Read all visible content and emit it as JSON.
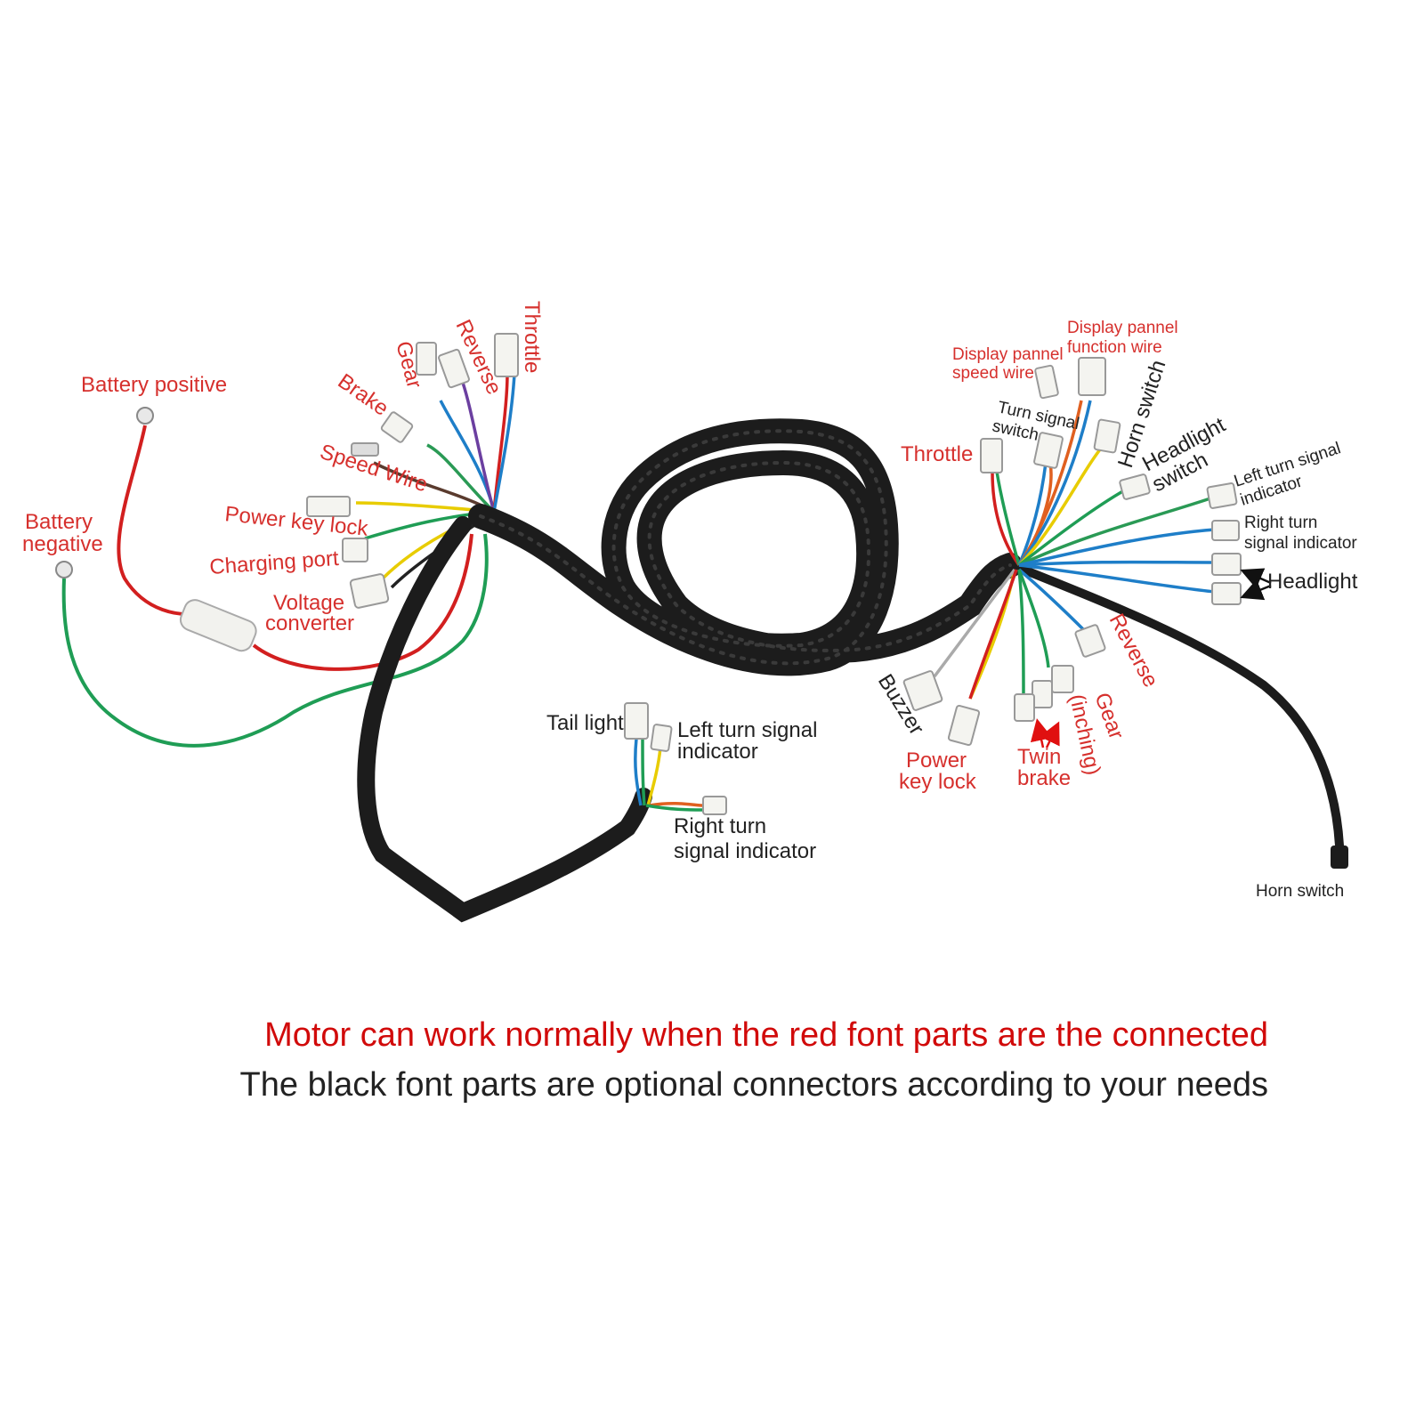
{
  "labels": {
    "battery_positive": "Battery positive",
    "battery_negative_1": "Battery",
    "battery_negative_2": "negative",
    "brake": "Brake",
    "gear": "Gear",
    "reverse": "Reverse",
    "throttle": "Throttle",
    "speed_wire": "Speed Wire",
    "power_key_lock": "Power key lock",
    "charging_port": "Charging port",
    "voltage_converter_1": "Voltage",
    "voltage_converter_2": "converter",
    "tail_light": "Tail light",
    "rear_left_turn_1": "Left turn signal",
    "rear_left_turn_2": "indicator",
    "rear_right_turn_1": "Right turn",
    "rear_right_turn_2": "signal indicator",
    "display_speed_1": "Display pannel",
    "display_speed_2": "speed wire",
    "display_function_1": "Display pannel",
    "display_function_2": "function wire",
    "turn_signal_switch_1": "Turn signal",
    "turn_signal_switch_2": "switch",
    "horn_switch_top": "Horn switch",
    "throttle_right": "Throttle",
    "headlight_switch_1": "Headlight",
    "headlight_switch_2": "switch",
    "left_turn_ind_1": "Left turn signal",
    "left_turn_ind_2": "indicator",
    "right_turn_ind_1": "Right turn",
    "right_turn_ind_2": "signal indicator",
    "headlight": "Headlight",
    "reverse_right": "Reverse",
    "gear_inching_1": "Gear",
    "gear_inching_2": "(inching)",
    "buzzer": "Buzzer",
    "power_key_lock_right_1": "Power",
    "power_key_lock_right_2": "key lock",
    "twin_brake_1": "Twin",
    "twin_brake_2": "brake",
    "horn_switch_bottom": "Horn switch"
  },
  "footer": {
    "red_note": "Motor can work normally when the red font parts are the connected",
    "black_note": "The black font parts are optional connectors according to your needs"
  },
  "colors": {
    "required_label": "#d6302d",
    "optional_label": "#222222",
    "harness": "#1c1c1c"
  }
}
